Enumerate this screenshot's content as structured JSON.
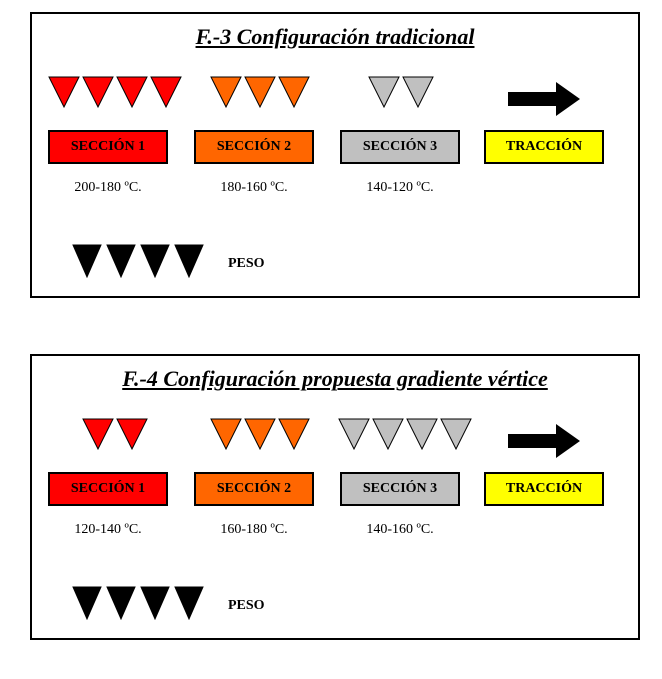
{
  "panels": [
    {
      "title": "F.-3 Configuración tradicional",
      "sections": [
        {
          "label": "SECCIÓN 1",
          "temp": "200-180 ºC.",
          "fill": "#ff0000",
          "tri_color": "#ff0000",
          "tri_count": 4
        },
        {
          "label": "SECCIÓN 2",
          "temp": "180-160 ºC.",
          "fill": "#ff6600",
          "tri_color": "#ff6600",
          "tri_count": 3
        },
        {
          "label": "SECCIÓN 3",
          "temp": "140-120 ºC.",
          "fill": "#c0c0c0",
          "tri_color": "#c0c0c0",
          "tri_count": 2
        },
        {
          "label": "TRACCIÓN",
          "temp": "",
          "fill": "#ffff00",
          "tri_color": "",
          "tri_count": 0
        }
      ],
      "weight_label": "PESO",
      "weight_count": 4
    },
    {
      "title": "F.-4 Configuración propuesta gradiente vértice",
      "sections": [
        {
          "label": "SECCIÓN 1",
          "temp": "120-140 ºC.",
          "fill": "#ff0000",
          "tri_color": "#ff0000",
          "tri_count": 2
        },
        {
          "label": "SECCIÓN 2",
          "temp": "160-180 ºC.",
          "fill": "#ff6600",
          "tri_color": "#ff6600",
          "tri_count": 3
        },
        {
          "label": "SECCIÓN 3",
          "temp": "140-160 ºC.",
          "fill": "#c0c0c0",
          "tri_color": "#c0c0c0",
          "tri_count": 4
        },
        {
          "label": "TRACCIÓN",
          "temp": "",
          "fill": "#ffff00",
          "tri_color": "",
          "tri_count": 0
        }
      ],
      "weight_label": "PESO",
      "weight_count": 4
    }
  ],
  "icons": {
    "traction_arrow": "right-arrow-icon",
    "heater_triangle": "down-triangle-icon",
    "weight_triangle": "weight-triangle-icon"
  }
}
